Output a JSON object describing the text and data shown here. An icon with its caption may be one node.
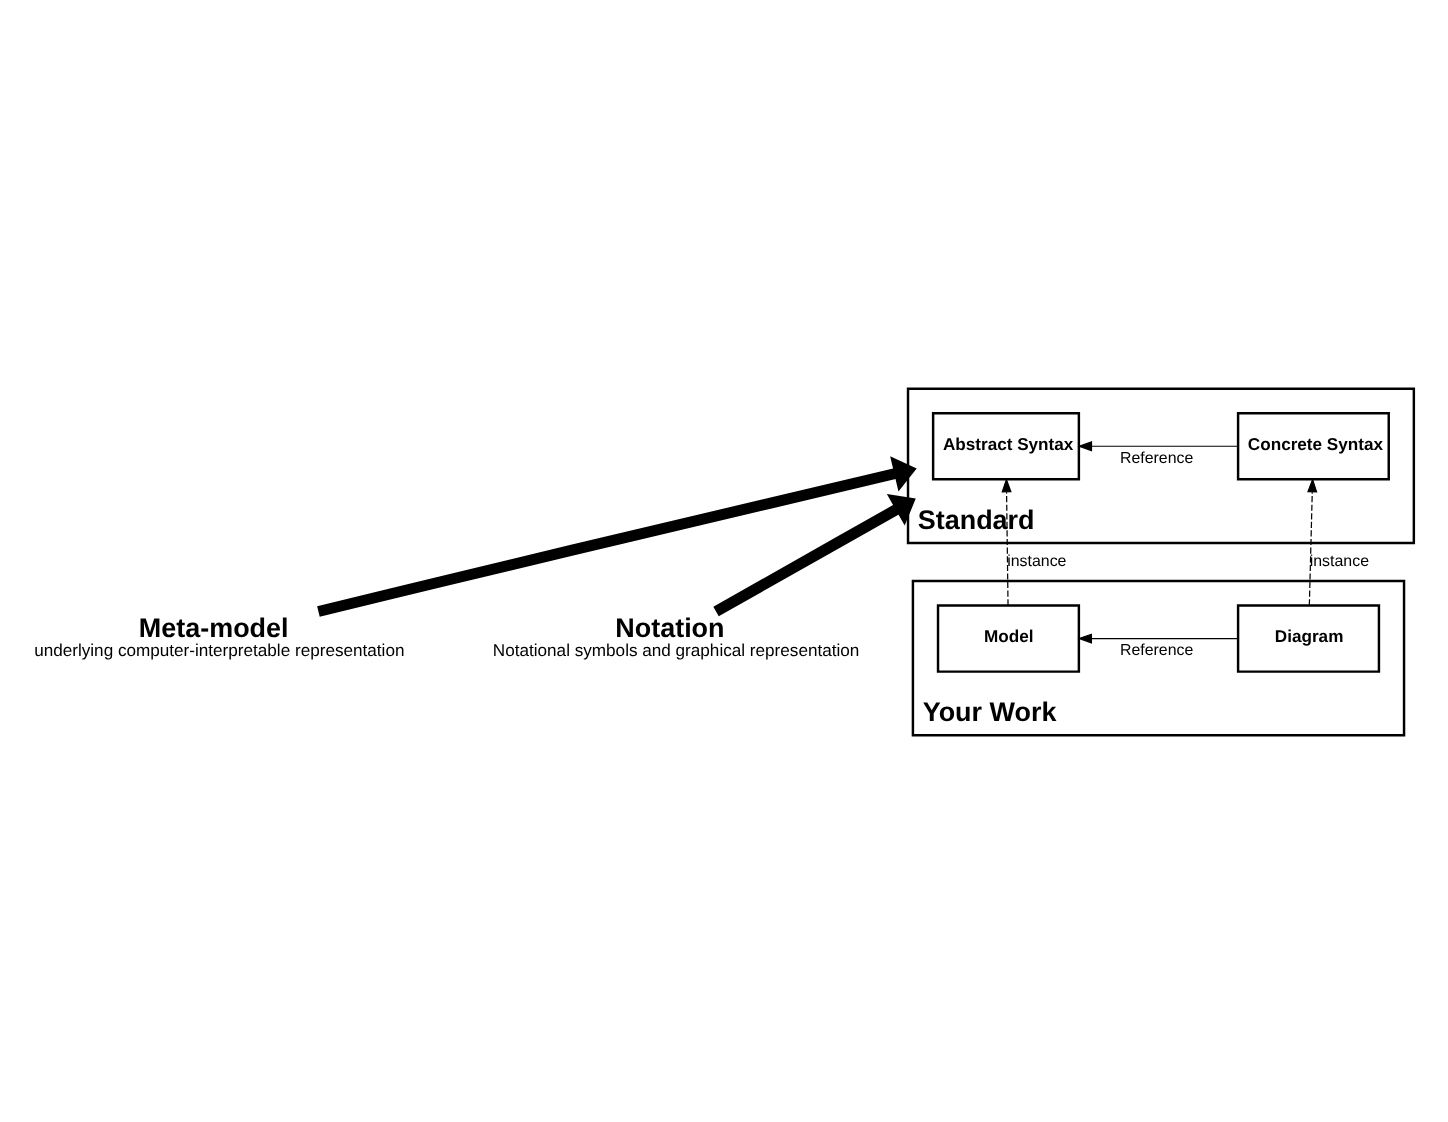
{
  "diagram": {
    "nodes": [
      {
        "text": [
          "Meta-model",
          "underlying computer-interpretable representation"
        ]
      },
      {
        "text": [
          "Notation",
          "Notational symbols and graphical representation"
        ]
      },
      {
        "text": [
          "Standard"
        ]
      },
      {
        "text": [
          "Abstract Syntax"
        ],
        "in": 2
      },
      {
        "text": [
          "Concrete Syntax"
        ],
        "in": 2
      },
      {
        "text": [
          "Your Work"
        ]
      },
      {
        "text": [
          "Model"
        ],
        "in": 5
      },
      {
        "text": [
          "Diagram"
        ],
        "in": 5
      }
    ],
    "edges": [
      {
        "from": 0,
        "to": 2,
        "arrow": "to",
        "style": "thick"
      },
      {
        "from": 1,
        "to": 2,
        "arrow": "to",
        "style": "thick"
      },
      {
        "from": 4,
        "to": 3,
        "arrow": "to",
        "label": "Reference"
      },
      {
        "from": 6,
        "to": 3,
        "arrow": "to",
        "style": "dashed",
        "label": "instance"
      },
      {
        "from": 7,
        "to": 4,
        "arrow": "to",
        "style": "dashed",
        "label": "instance"
      },
      {
        "from": 7,
        "to": 6,
        "arrow": "to",
        "label": "Reference"
      }
    ]
  }
}
